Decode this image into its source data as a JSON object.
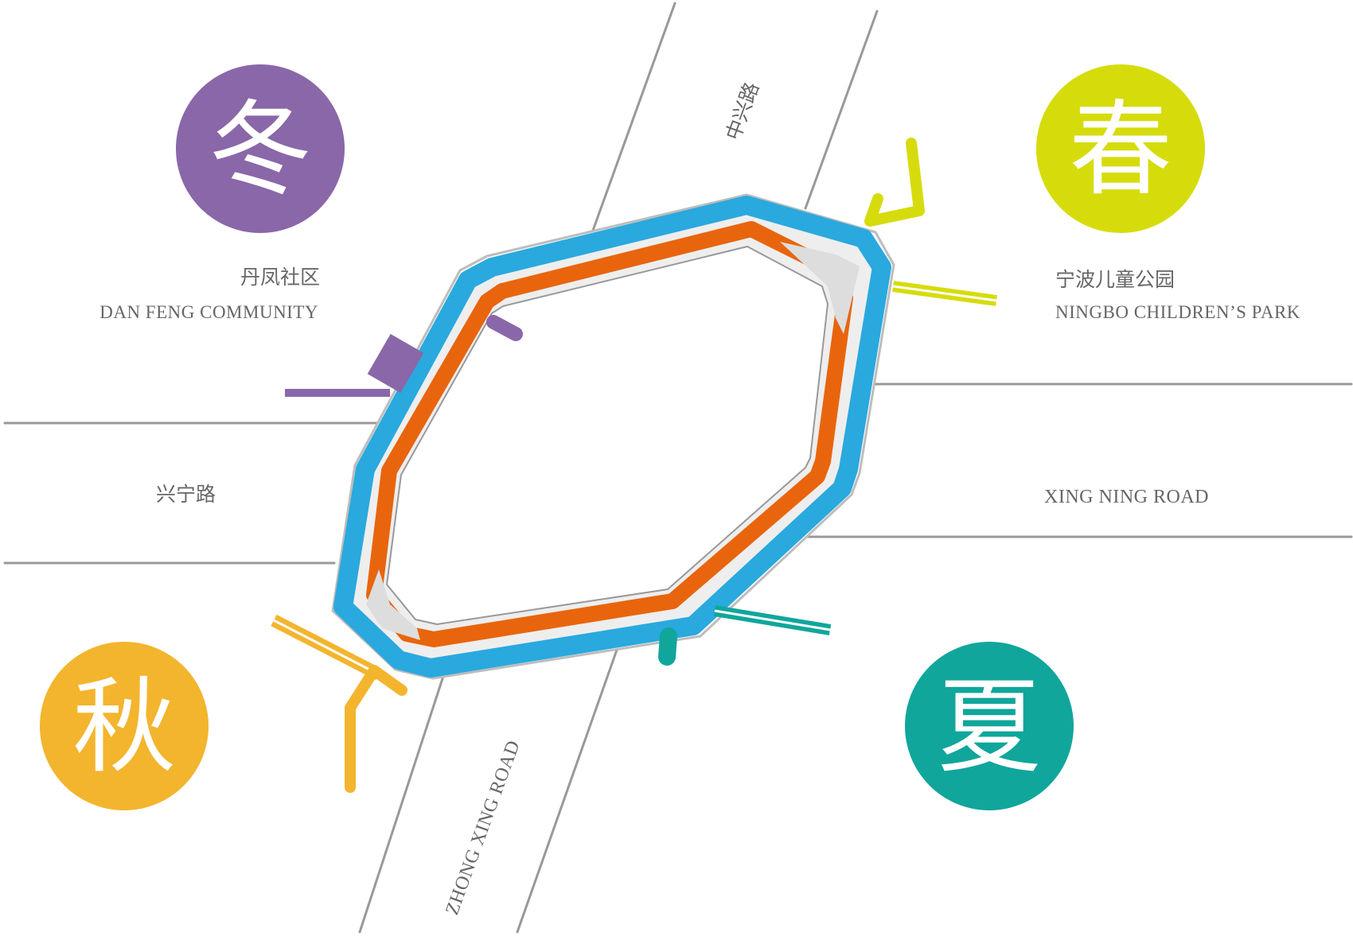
{
  "colors": {
    "winter": "#8a67a8",
    "spring": "#d6dc0b",
    "autumn": "#f3b52e",
    "summer": "#10a69b",
    "blue_ring": "#29a9de",
    "orange_ring": "#e8650d",
    "road_line": "#999999",
    "label_text": "#666666"
  },
  "seasons": [
    {
      "key": "winter",
      "char": "冬"
    },
    {
      "key": "spring",
      "char": "春"
    },
    {
      "key": "autumn",
      "char": "秋"
    },
    {
      "key": "summer",
      "char": "夏"
    }
  ],
  "places": {
    "dan_feng": {
      "cn": "丹凤社区",
      "en": "DAN FENG COMMUNITY"
    },
    "children_park": {
      "cn": "宁波儿童公园",
      "en": "NINGBO CHILDREN’S PARK"
    }
  },
  "roads": {
    "zhongxing_cn": "中兴路",
    "zhongxing_en": "ZHONG XING ROAD",
    "xingning_cn": "兴宁路",
    "xingning_en": "XING NING ROAD"
  }
}
